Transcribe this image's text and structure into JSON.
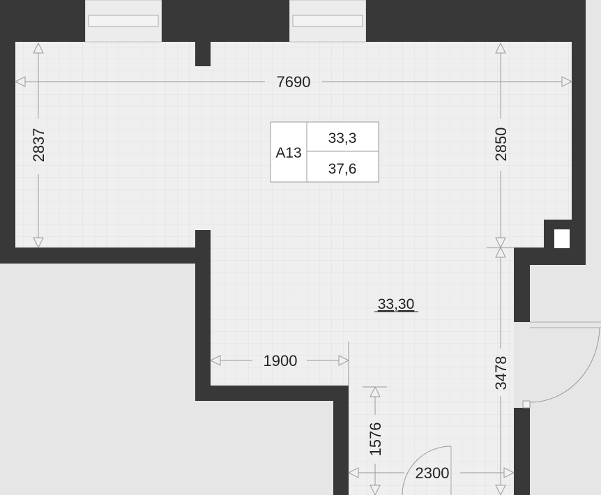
{
  "plan": {
    "unit_tag": {
      "id": "A13",
      "living_area": "33,3",
      "total_area": "37,6"
    },
    "room_area": "33,30",
    "dimensions": {
      "top_width": "7690",
      "left_height": "2837",
      "right_upper_height": "2850",
      "right_lower_height": "3478",
      "corridor_offset": "1900",
      "entry_depth": "1576",
      "entry_width": "2300"
    },
    "colors": {
      "wall": "#383838",
      "floor": "#efefef",
      "outside": "#e6e6e6",
      "grid": "#e2e2e2"
    }
  }
}
